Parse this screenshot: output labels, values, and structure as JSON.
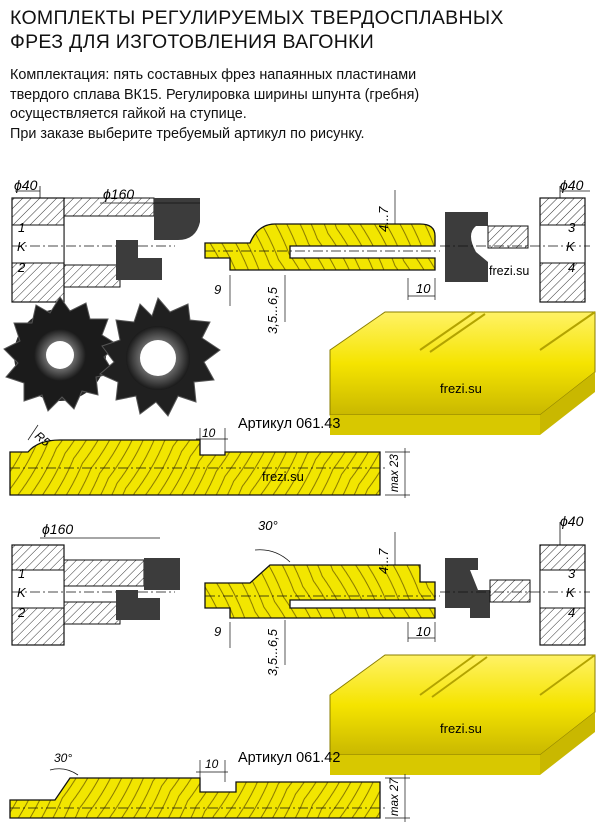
{
  "header": {
    "title_line1": "КОМПЛЕКТЫ РЕГУЛИРУЕМЫХ ТВЕРДОСПЛАВНЫХ",
    "title_line2": "ФРЕЗ ДЛЯ ИЗГОТОВЛЕНИЯ ВАГОНКИ"
  },
  "description": {
    "line1": "Комплектация: пять составных фрез напаянных пластинами",
    "line2": "твердого сплава ВК15. Регулировка ширины шпунта (гребня)",
    "line3": "осуществляется гайкой на ступице.",
    "line4": "При заказе выберите требуемый артикул по рисунку."
  },
  "watermark": "frezi.su",
  "colors": {
    "wood": "#f2e600",
    "cutter": "#3c3c3c",
    "line": "#111111"
  },
  "set_a": {
    "article": "Артикул 061.43",
    "dims": {
      "d_left": "ϕ40",
      "d_cutter": "ϕ160",
      "d_right": "ϕ40",
      "w9": "9",
      "w10": "10",
      "h35": "3,5...6,5",
      "h47": "4...7",
      "r5": "R5",
      "w10b": "10",
      "max": "max 23"
    },
    "marks_left": [
      "1",
      "K",
      "2"
    ],
    "marks_right": [
      "3",
      "K",
      "4"
    ]
  },
  "set_b": {
    "article": "Артикул 061.42",
    "dims": {
      "d_cutter": "ϕ160",
      "d_right": "ϕ40",
      "angle": "30°",
      "w9": "9",
      "w10": "10",
      "h35": "3,5...6,5",
      "h47": "4...7",
      "angle2": "30°",
      "w10b": "10",
      "max": "max 27"
    },
    "marks_left": [
      "1",
      "K",
      "2"
    ],
    "marks_right": [
      "3",
      "K",
      "4"
    ]
  }
}
